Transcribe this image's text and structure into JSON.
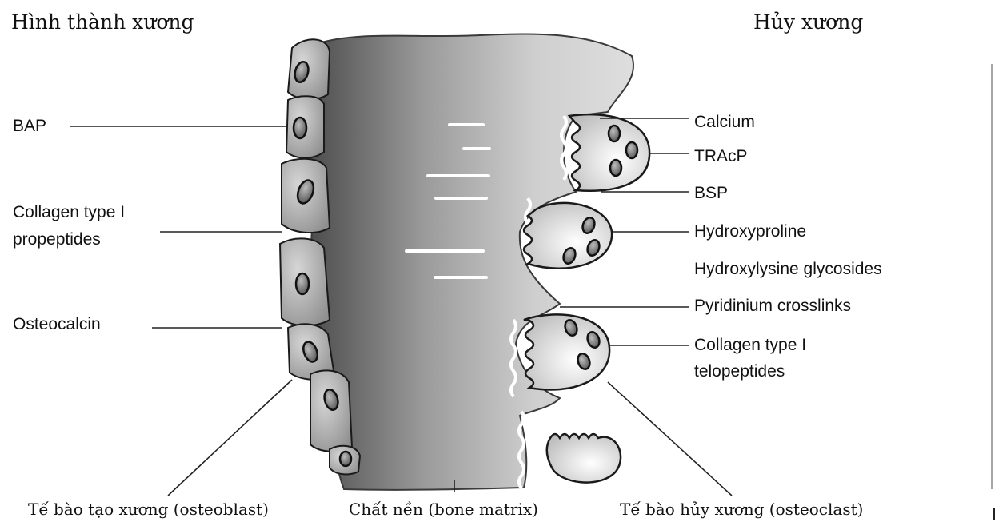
{
  "headings": {
    "formation": "Hình thành xương",
    "resorption": "Hủy xương"
  },
  "left_markers": {
    "bap": "BAP",
    "collagen_line1": "Collagen type I",
    "collagen_line2": "propeptides",
    "osteocalcin": "Osteocalcin"
  },
  "right_markers": {
    "calcium": "Calcium",
    "tracp": "TRAcP",
    "bsp": "BSP",
    "hydroxyproline": "Hydroxyproline",
    "hydroxylysine": "Hydroxylysine glycosides",
    "pyridinium": "Pyridinium crosslinks",
    "collagen_line1": "Collagen type I",
    "collagen_line2": "telopeptides"
  },
  "captions": {
    "osteoblast": "Tế bào tạo xương (osteoblast)",
    "matrix": "Chất nền (bone matrix)",
    "osteoclast": "Tế bào hủy xương (osteoclast)"
  },
  "colors": {
    "matrix_dark": "#4a4a4a",
    "matrix_light": "#d9d9d9",
    "cell_fill": "#bdbdbd",
    "osteoclast_fill": "#ececec",
    "outline": "#1a1a1a"
  }
}
